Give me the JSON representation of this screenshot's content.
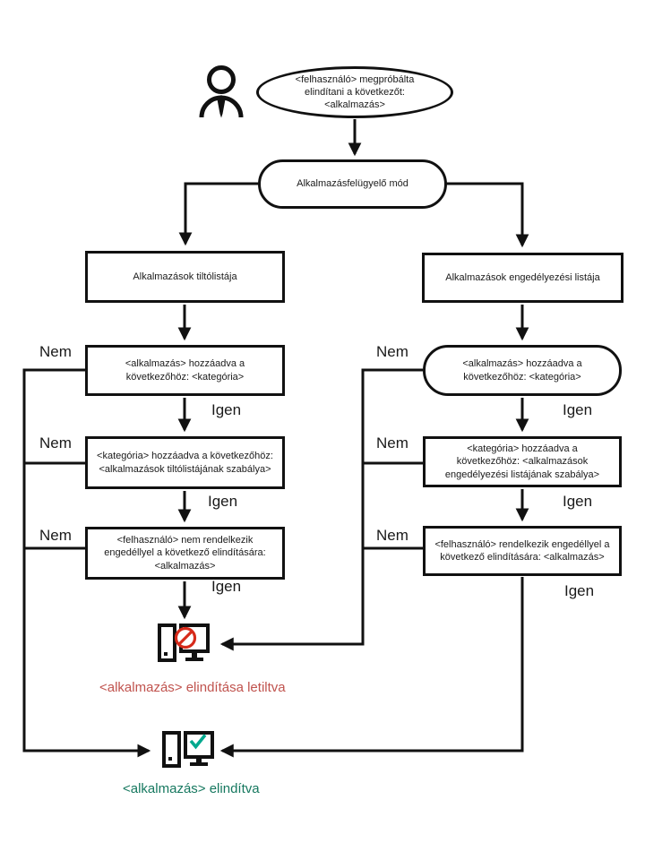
{
  "labels": {
    "yes": "Igen",
    "no": "Nem"
  },
  "nodes": {
    "start": "<felhasználó> megpróbálta elindítani a következőt: <alkalmazás>",
    "mode": "Alkalmazásfelügyelő mód",
    "denylist": "Alkalmazások tiltólistája",
    "allowlist": "Alkalmazások engedélyezési listája",
    "deny_app_in_category": "<alkalmazás> hozzáadva a következőhöz: <kategória>",
    "deny_category_in_rule": "<kategória> hozzáadva a következőhöz: <alkalmazások tiltólistájának szabálya>",
    "deny_user_no_permission": "<felhasználó> nem rendelkezik engedéllyel a következő elindítására: <alkalmazás>",
    "allow_app_in_category": "<alkalmazás> hozzáadva a következőhöz: <kategória>",
    "allow_category_in_rule": "<kategória> hozzáadva a következőhöz: <alkalmazások engedélyezési listájának szabálya>",
    "allow_user_has_permission": "<felhasználó> rendelkezik engedéllyel a következő elindítására: <alkalmazás>"
  },
  "outcomes": {
    "blocked": "<alkalmazás> elindítása letiltva",
    "started": "<alkalmazás> elindítva"
  },
  "icons": {
    "user": "user-icon",
    "blocked_computer": "computer-blocked-icon",
    "started_computer": "computer-started-icon"
  },
  "colors": {
    "line": "#111111",
    "blocked-text": "#c0534e",
    "blocked-sign": "#d62a1a",
    "started-text": "#16785f",
    "check": "#00a88e"
  }
}
